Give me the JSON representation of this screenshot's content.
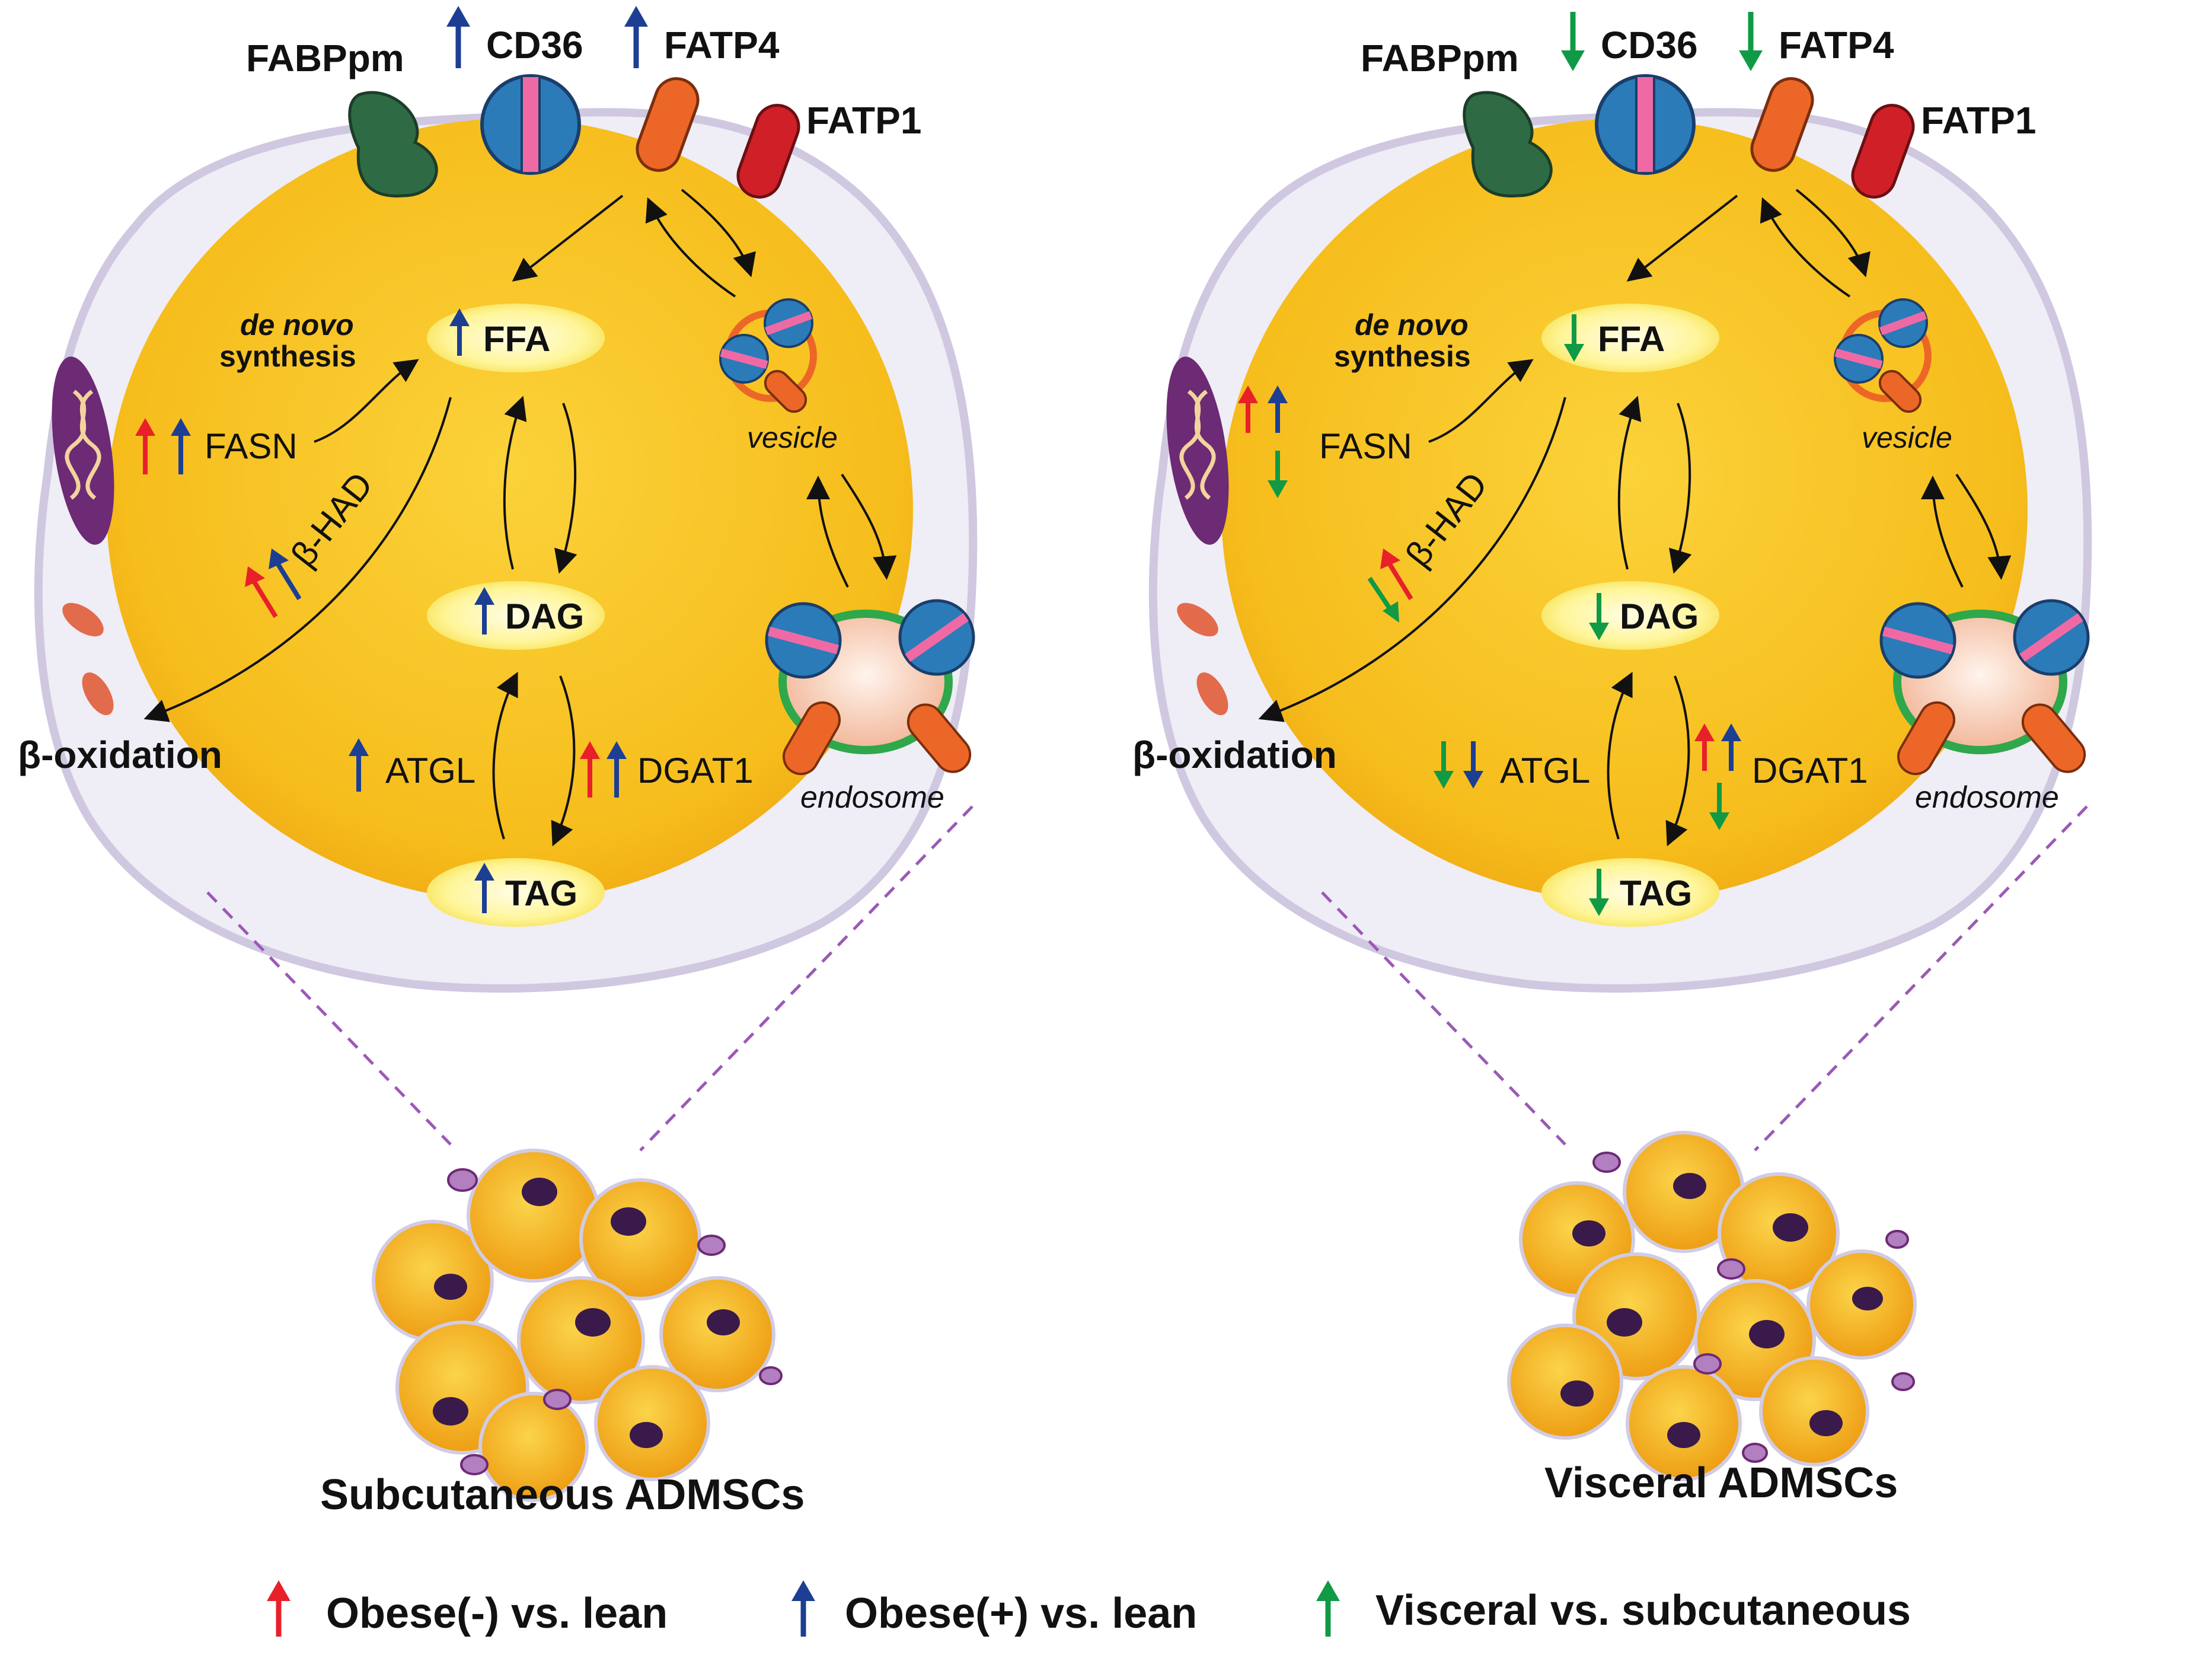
{
  "panels": {
    "left": {
      "caption": "Subcutaneous ADMSCs",
      "transporters": {
        "fabppm": "FABPpm",
        "cd36": "CD36",
        "fatp4": "FATP4",
        "fatp1": "FATP1"
      },
      "metabolites": {
        "ffa": "FFA",
        "dag": "DAG",
        "tag": "TAG"
      },
      "enzymes": {
        "fasn": "FASN",
        "bhad": "β-HAD",
        "atgl": "ATGL",
        "dgat1": "DGAT1"
      },
      "labels": {
        "de_novo": "de novo",
        "synthesis": "synthesis",
        "beta_ox": "β-oxidation",
        "vesicle": "vesicle",
        "endosome": "endosome"
      }
    },
    "right": {
      "caption": "Visceral ADMSCs",
      "transporters": {
        "fabppm": "FABPpm",
        "cd36": "CD36",
        "fatp4": "FATP4",
        "fatp1": "FATP1"
      },
      "metabolites": {
        "ffa": "FFA",
        "dag": "DAG",
        "tag": "TAG"
      },
      "enzymes": {
        "fasn": "FASN",
        "bhad": "β-HAD",
        "atgl": "ATGL",
        "dgat1": "DGAT1"
      },
      "labels": {
        "de_novo": "de novo",
        "synthesis": "synthesis",
        "beta_ox": "β-oxidation",
        "vesicle": "vesicle",
        "endosome": "endosome"
      }
    }
  },
  "legend": {
    "obese_minus": "Obese(-) vs. lean",
    "obese_plus": "Obese(+) vs. lean",
    "visceral": "Visceral vs. subcutaneous"
  },
  "colors": {
    "red_arrow": "#e8202a",
    "blue_arrow": "#1c3f94",
    "green_arrow": "#109a45",
    "cell_fill": "#f9c423",
    "membrane": "#d8d4e6",
    "fabppm": "#2e6b45",
    "cd36": "#2b7bb9",
    "fatp4": "#ec6727",
    "fatp1": "#cf2027",
    "nucleus": "#6d2a75"
  },
  "icons": [
    "up-arrow-icon",
    "down-arrow-icon",
    "dna-icon",
    "mitochondrion-icon"
  ]
}
